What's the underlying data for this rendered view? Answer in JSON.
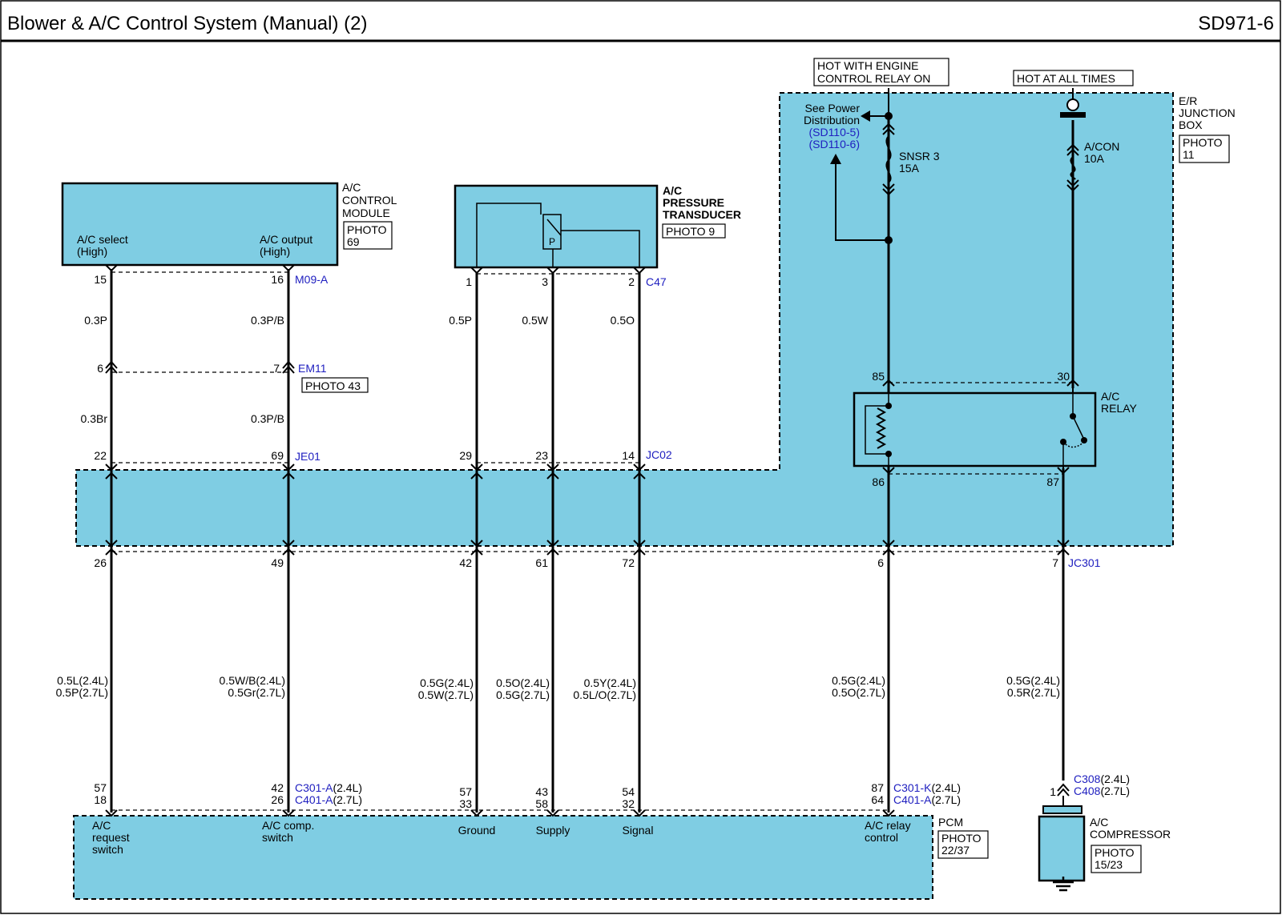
{
  "header": {
    "title": "Blower & A/C Control System (Manual) (2)",
    "page_id": "SD971-6"
  },
  "colors": {
    "fill": "#7fcde3",
    "link_blue": "#2020c0",
    "line": "#000000"
  },
  "acm": {
    "name_lines": [
      "A/C",
      "CONTROL",
      "MODULE"
    ],
    "photo": [
      "PHOTO",
      "69"
    ],
    "pin_labels": [
      [
        "A/C select",
        "(High)"
      ],
      [
        "A/C output",
        "(High)"
      ]
    ],
    "connector": "M09-A",
    "pins": [
      "15",
      "16"
    ]
  },
  "apt": {
    "name_lines": [
      "A/C",
      "PRESSURE",
      "TRANSDUCER"
    ],
    "photo": "PHOTO 9",
    "symbol": "P",
    "connector": "C47",
    "pins": [
      "1",
      "3",
      "2"
    ]
  },
  "hot_labels": {
    "engine": [
      "HOT WITH ENGINE",
      "CONTROL RELAY ON"
    ],
    "always": "HOT AT ALL TIMES"
  },
  "er_box": {
    "name_lines": [
      "E/R",
      "JUNCTION",
      "BOX"
    ],
    "photo": [
      "PHOTO",
      "11"
    ]
  },
  "power_ref": {
    "lines": [
      "See Power",
      "Distribution"
    ],
    "refs": [
      "(SD110-5)",
      "(SD110-6)"
    ]
  },
  "fuses": {
    "snsr": [
      "SNSR 3",
      "15A"
    ],
    "acon": [
      "A/CON",
      "10A"
    ]
  },
  "relay": {
    "name_lines": [
      "A/C",
      "RELAY"
    ],
    "pins": [
      "85",
      "30",
      "86",
      "87"
    ]
  },
  "wires": {
    "acm_out": [
      "0.3P",
      "0.3P/B"
    ],
    "apt_out": [
      "0.5P",
      "0.5W",
      "0.5O"
    ],
    "em11": [
      "0.3Br",
      "0.3P/B"
    ]
  },
  "em11": {
    "pins": [
      "6",
      "7"
    ],
    "connector": "EM11",
    "photo": "PHOTO 43"
  },
  "je01": {
    "pins": [
      "22",
      "69"
    ],
    "connector": "JE01"
  },
  "jc02": {
    "pins": [
      "29",
      "23",
      "14"
    ],
    "connector": "JC02"
  },
  "jc301": {
    "pins": [
      "26",
      "49",
      "42",
      "61",
      "72",
      "6",
      "7"
    ],
    "connector": "JC301"
  },
  "lower_wires": [
    [
      "0.5L(2.4L)",
      "0.5P(2.7L)"
    ],
    [
      "0.5W/B(2.4L)",
      "0.5Gr(2.7L)"
    ],
    [
      "0.5G(2.4L)",
      "0.5W(2.7L)"
    ],
    [
      "0.5O(2.4L)",
      "0.5G(2.7L)"
    ],
    [
      "0.5Y(2.4L)",
      "0.5L/O(2.7L)"
    ],
    [
      "0.5G(2.4L)",
      "0.5O(2.7L)"
    ],
    [
      "0.5G(2.4L)",
      "0.5R(2.7L)"
    ]
  ],
  "pcm": {
    "name": "PCM",
    "photo": [
      "PHOTO",
      "22/37"
    ],
    "pins": [
      [
        "57",
        "18"
      ],
      [
        "42",
        "26"
      ],
      [
        "57",
        "33"
      ],
      [
        "43",
        "58"
      ],
      [
        "54",
        "32"
      ],
      [
        "87",
        "64"
      ]
    ],
    "conn_a": {
      "c1": "C301-A",
      "t1": "(2.4L)",
      "c2": "C401-A",
      "t2": "(2.7L)"
    },
    "conn_b": {
      "c1": "C301-K",
      "t1": "(2.4L)",
      "c2": "C401-A",
      "t2": "(2.7L)"
    },
    "labels": [
      [
        "A/C",
        "request",
        "switch"
      ],
      [
        "A/C comp.",
        "switch"
      ],
      [
        "Ground"
      ],
      [
        "Supply"
      ],
      [
        "Signal"
      ],
      [
        "A/C relay",
        "control"
      ]
    ]
  },
  "compressor": {
    "name_lines": [
      "A/C",
      "COMPRESSOR"
    ],
    "photo": [
      "PHOTO",
      "15/23"
    ],
    "pin": "1",
    "conn": {
      "c1": "C308",
      "t1": "(2.4L)",
      "c2": "C408",
      "t2": "(2.7L)"
    }
  }
}
